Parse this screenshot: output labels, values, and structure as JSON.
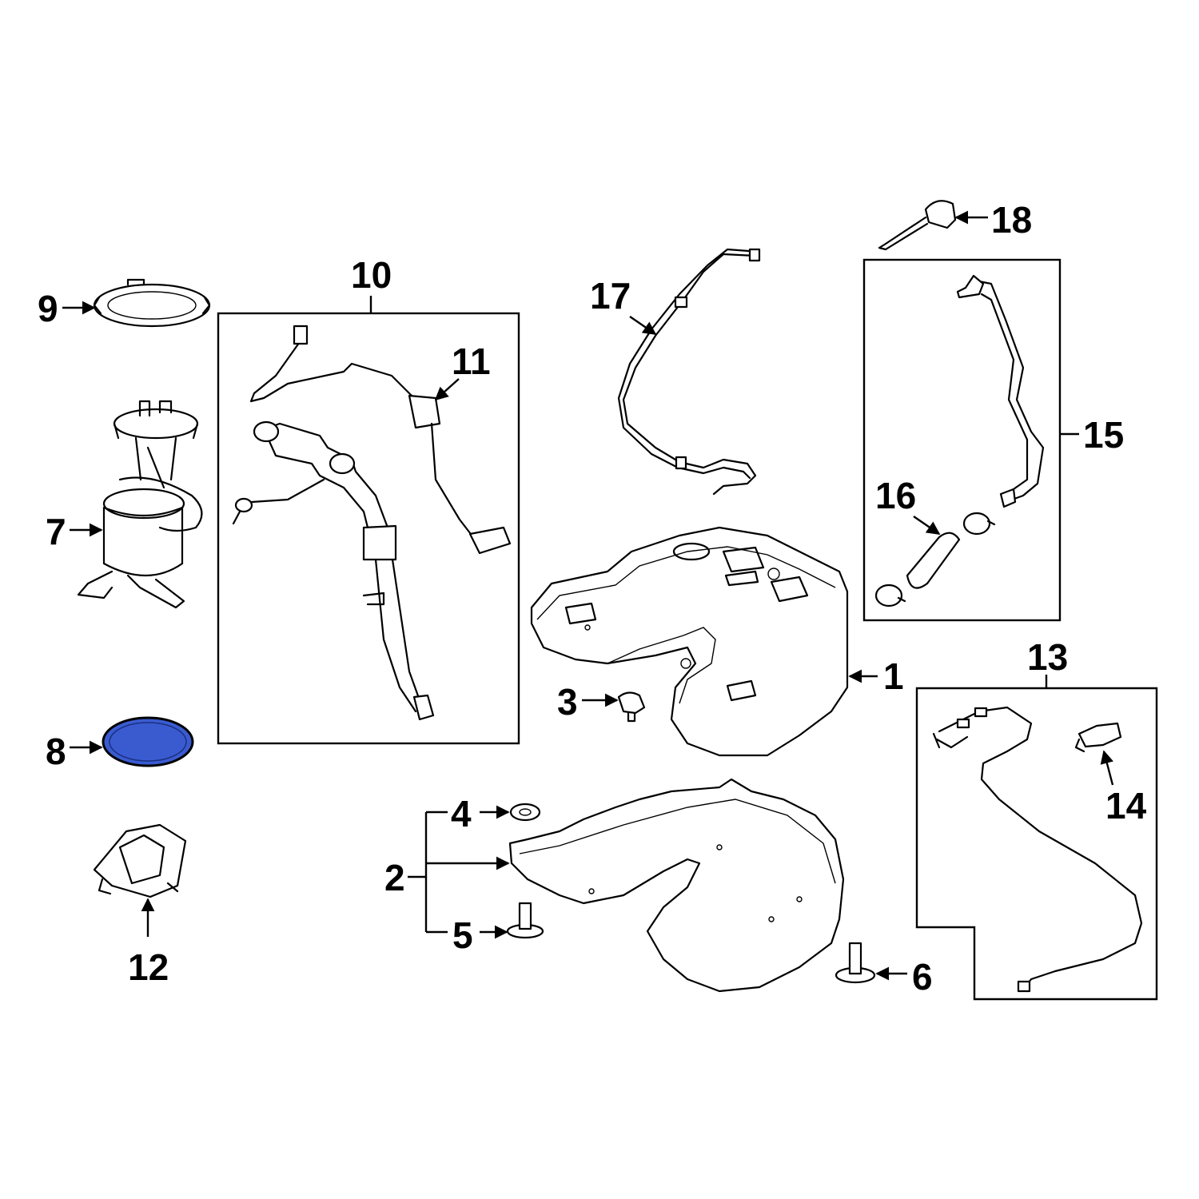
{
  "callouts": {
    "c1": "1",
    "c2": "2",
    "c3": "3",
    "c4": "4",
    "c5": "5",
    "c6": "6",
    "c7": "7",
    "c8": "8",
    "c9": "9",
    "c10": "10",
    "c11": "11",
    "c12": "12",
    "c13": "13",
    "c14": "14",
    "c15": "15",
    "c16": "16",
    "c17": "17",
    "c18": "18"
  },
  "colors": {
    "highlight": "#3a5bd0",
    "line": "#000000",
    "background": "#ffffff"
  },
  "highlighted_part": "8"
}
